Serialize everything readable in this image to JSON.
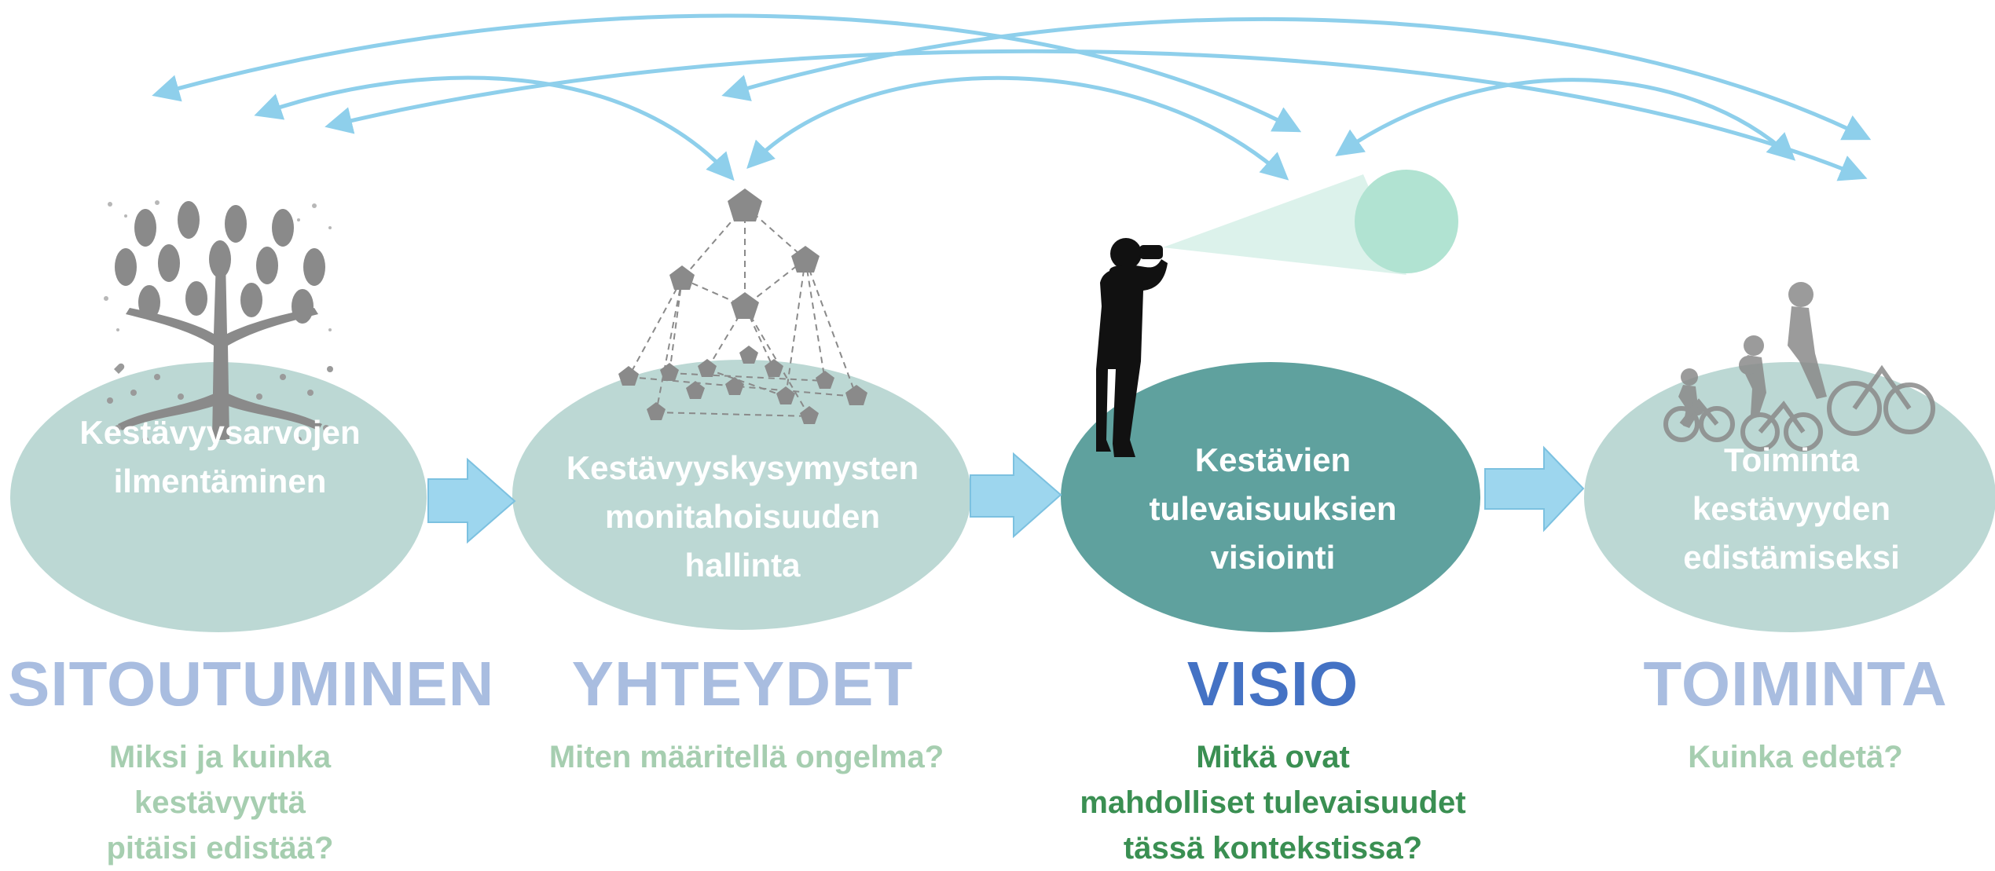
{
  "stages": [
    {
      "id": "sitoutuminen",
      "oval_text": "Kestävyysarvojen\nilmentäminen",
      "label": "SITOUTUMINEN",
      "question": "Miksi ja kuinka\nkestävyyttä\npitäisi edistää?",
      "illustration": "tree-icon",
      "active": false
    },
    {
      "id": "yhteydet",
      "oval_text": "Kestävyyskysymysten\nmonitahoisuuden\nhallinta",
      "label": "YHTEYDET",
      "question": "Miten määritellä ongelma?",
      "illustration": "network-icon",
      "active": false
    },
    {
      "id": "visio",
      "oval_text": "Kestävien\ntulevaisuuksien\nvisiointi",
      "label": "VISIO",
      "question": "Mitkä ovat\nmahdolliset tulevaisuudet\ntässä kontekstissa?",
      "illustration": "binoculars-person-icon",
      "active": true
    },
    {
      "id": "toiminta",
      "oval_text": "Toiminta\nkestävyyden\nedistämiseksi",
      "label": "TOIMINTA",
      "question": "Kuinka edetä?",
      "illustration": "family-cycling-icon",
      "active": false
    }
  ],
  "colors": {
    "oval_inactive": "#bcd8d4",
    "oval_active": "#5fa19e",
    "label_inactive": "#a9bde0",
    "label_active": "#4472c4",
    "question_inactive": "#a6ceb0",
    "question_active": "#3a8f52",
    "arrow": "#9dd6ee",
    "feedback_arrow": "#8ecfeb",
    "vision_cone": "#b1e3d2",
    "icon_gray": "#8a8a8a"
  }
}
